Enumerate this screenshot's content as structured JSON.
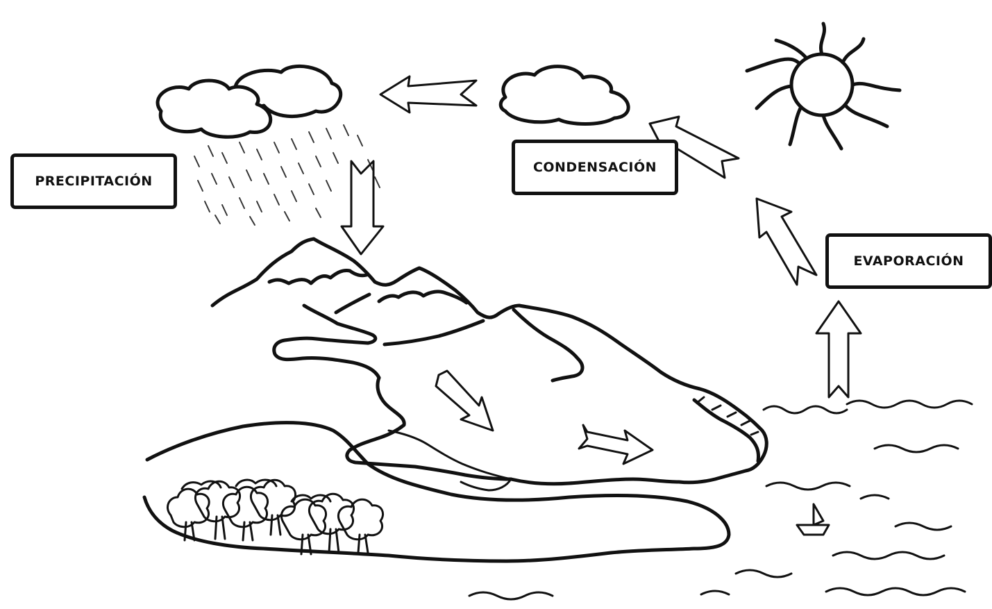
{
  "labels": {
    "precipitation": "PRECIPITACIÓN",
    "condensation": "CONDENSACIÓN",
    "evaporation": "EVAPORACIÓN"
  },
  "colors": {
    "ink": "#111111",
    "background": "#ffffff"
  },
  "icons": [
    "rain-cloud-icon",
    "cloud-icon",
    "sun-icon",
    "sailboat-icon",
    "tree-icon"
  ]
}
